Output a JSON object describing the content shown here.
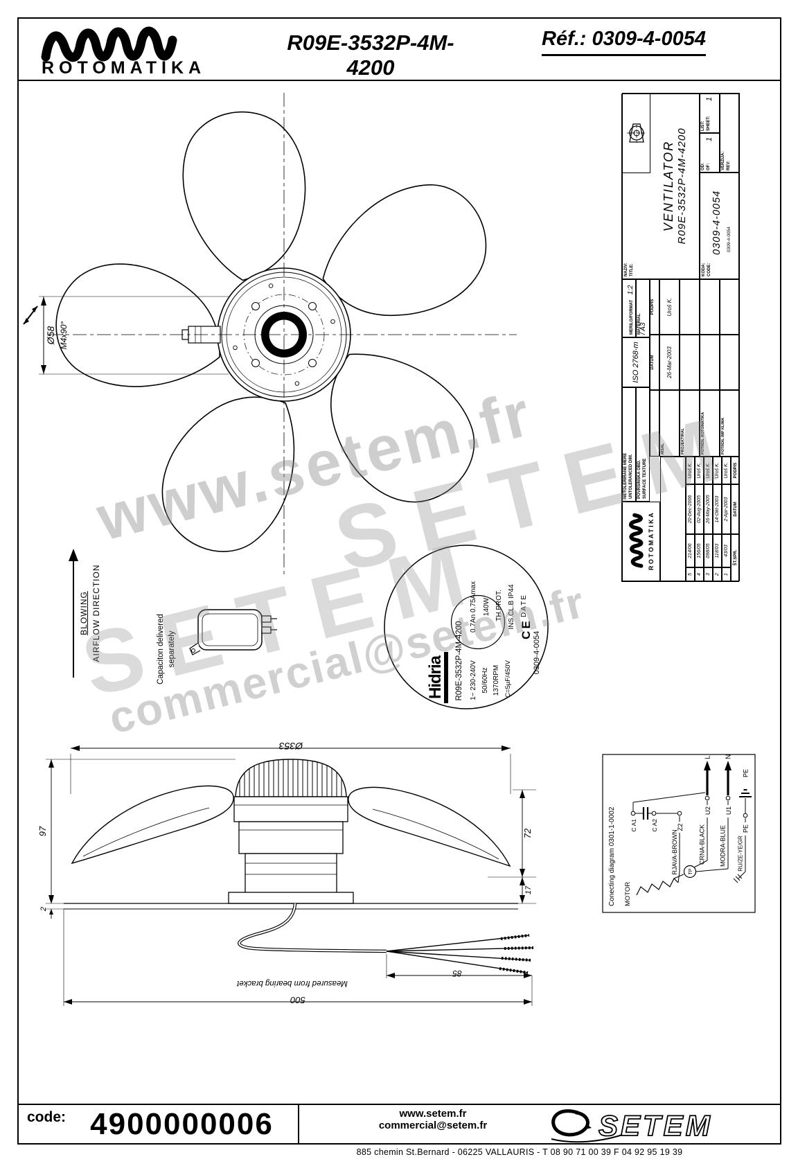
{
  "header": {
    "brand": "ROTOMATIKA",
    "model": "R09E-3532P-4M-4200",
    "ref": "Réf.: 0309-4-0054"
  },
  "watermarks": {
    "wm_url": "www.setem.fr",
    "wm_brand_1": "SETEM",
    "wm_brand_2": "SETEM",
    "wm_email": "commercial@setem.fr"
  },
  "front_view": {
    "dim_shaft": "Ø58",
    "dim_screw": "M4x90°"
  },
  "airflow": {
    "line1": "BLOWING",
    "line2": "AIRFLOW DIRECTION"
  },
  "capacitor_note": {
    "line1": "Capaciton delivered",
    "line2": "separately"
  },
  "sticker": {
    "brand": "Hidria",
    "model": "R09E-3532P-4M-4200",
    "current": "0.7An 0.75Amax",
    "power": "140W",
    "thermal": "TH.PROT.",
    "insulation": "INS.CL.B IP44",
    "date_label": "DATE",
    "code": "0309-4-0054",
    "voltage": "1~ 230-240V",
    "frequency": "50/60Hz",
    "speed": "1370RPM",
    "capacitor": "C=5µF/450V",
    "ce": "CE"
  },
  "side_view": {
    "dim_diameter": "Ø353",
    "dim_97": "97",
    "dim_2": "2",
    "dim_72": "72",
    "dim_17": "17",
    "dim_85": "85",
    "dim_500": "500",
    "note": "Measured from bearing bracket"
  },
  "connection": {
    "title": "Conecting diagram  0301-1-0002",
    "motor": "MOTOR",
    "tp": "TP",
    "cap_a1": "C A1",
    "cap_a2": "C A2",
    "wire_brown": "RJAVA-BROWN",
    "term_brown": "Z2",
    "wire_black": "CRNA-BLACK",
    "term_black": "U2",
    "end_black": "L",
    "wire_blue": "MODRA-BLUE",
    "term_blue": "U1",
    "end_blue": "N",
    "wire_gnd": "RU/ZE-YE/GR",
    "term_gnd": "PE",
    "end_gnd": "PE"
  },
  "title_block": {
    "brand": "ROTOMATIKA",
    "netol_1": "NETOLERIRANE MERE",
    "netol_2": "UNTOLERANCED DIM.",
    "povrs_1": "POVRŠINSKA OBD.",
    "povrs_2": "SURFACE TEXTURE",
    "iso": "ISO 2768-m",
    "merilo_label": "MERILO/FORMAT",
    "merilo_value": "1:2 / A3",
    "material_label": "MATERIAL",
    "naziv_label": "NAZIV:",
    "title_label": "TITLE:",
    "title_1": "VENTILATOR",
    "title_2": "R09E-3532P-4M-4200",
    "koda_label": "KODA:",
    "code_label": "CODE:",
    "code_value": "0309-4-0054",
    "code_small": "0309-4-0054",
    "datum_header": "DATUM",
    "podpis_header": "PODPIS",
    "list_label": "LIST:",
    "sheet_label": "SHEET:",
    "sheet_value": "1",
    "od_label": "OD:",
    "of_label": "OF:",
    "of_value": "1",
    "verzija_label": "VERZIJA:",
    "rev_label": "REV:",
    "roles": [
      {
        "name": "RISAL",
        "datum": "26-Mar-2003",
        "podpis": "Uroš K."
      },
      {
        "name": "PROJEKTIRAL",
        "datum": "",
        "podpis": ""
      },
      {
        "name": "POTRDIL ROTOMATIKA",
        "datum": "",
        "podpis": ""
      },
      {
        "name": "POTRDIL IMP KLIMA",
        "datum": "",
        "podpis": ""
      }
    ],
    "rev_header_n": "ŠT.SPR.",
    "rev_header_date": "DATUM",
    "rev_header_sig": "PODPIS",
    "rev_rows": [
      {
        "n": "5",
        "ref": "214/06",
        "date": "20-Dec-2006",
        "sig": "Uroš K."
      },
      {
        "n": "4",
        "ref": "156/05",
        "date": "02-Avg-2005",
        "sig": "Uroš K."
      },
      {
        "n": "3",
        "ref": "098/05",
        "date": "26-May-2005",
        "sig": "Uroš K."
      },
      {
        "n": "2",
        "ref": "118/03",
        "date": "14-Okt-2003",
        "sig": "Uroš K."
      },
      {
        "n": "1",
        "ref": "43/03",
        "date": "2-Apr-2003",
        "sig": "Uroš K."
      }
    ]
  },
  "footer": {
    "code_label": "code:",
    "code_value": "4900000006",
    "url": "www.setem.fr",
    "email": "commercial@setem.fr",
    "address": "885 chemin St.Bernard  -  06225 VALLAURIS  -  T 08 90 71 00 39   F 04 92 95 19 39",
    "logo": "SETEM"
  }
}
